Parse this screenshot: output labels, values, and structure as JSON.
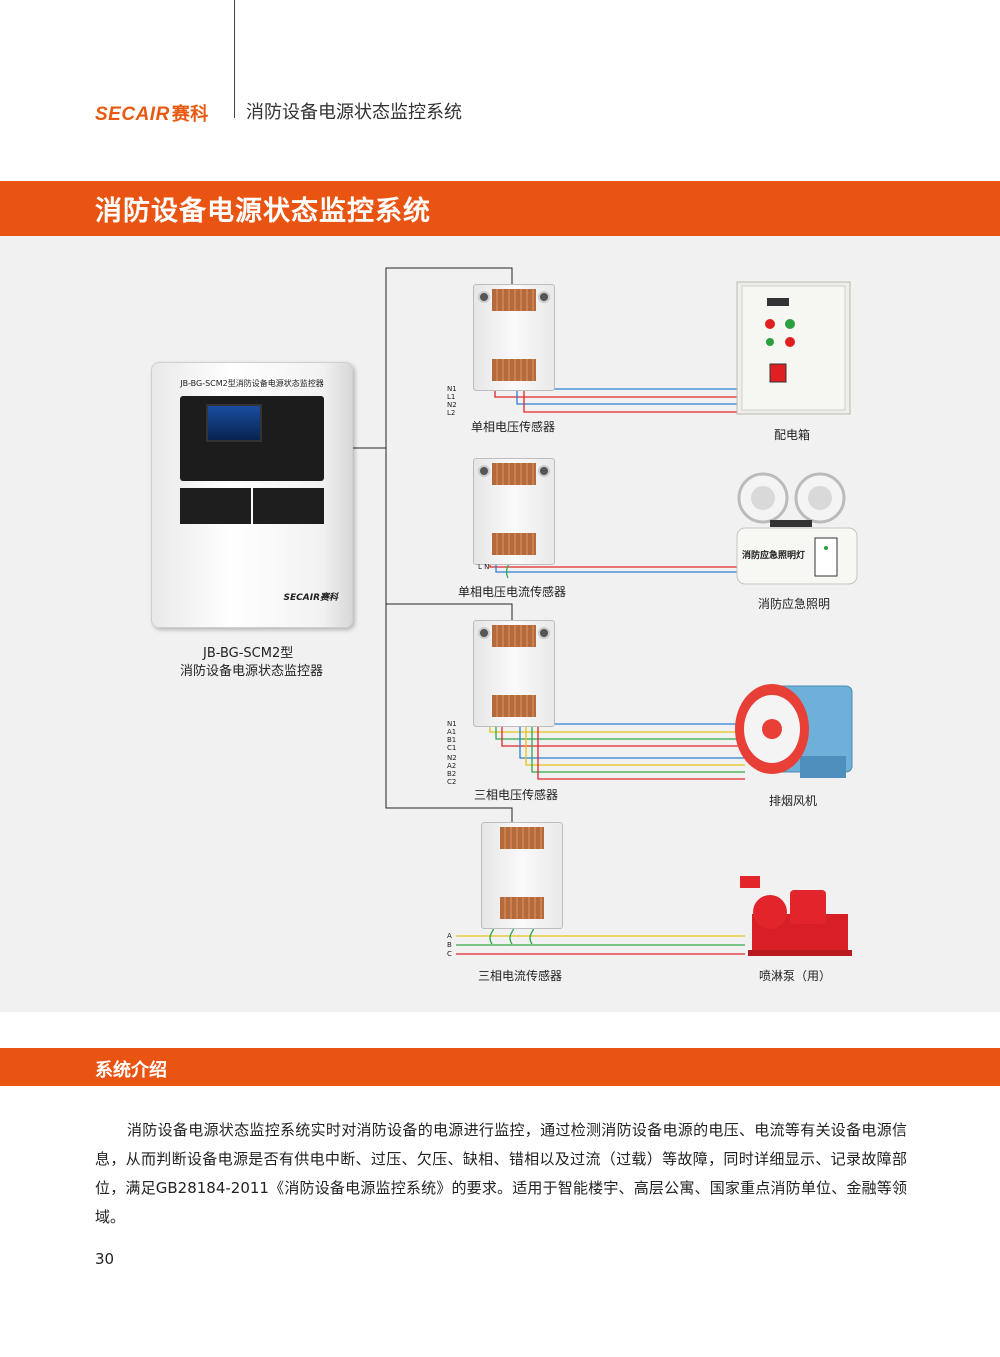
{
  "header": {
    "brand_en": "SECAIR",
    "brand_cn": "赛科",
    "subtitle": "消防设备电源状态监控系统"
  },
  "main_title": "消防设备电源状态监控系统",
  "diagram": {
    "controller": {
      "panel_title": "JB-BG-SCM2型消防设备电源状态监控器",
      "panel_logo": "SECAIR赛科",
      "caption_line1": "JB-BG-SCM2型",
      "caption_line2": "消防设备电源状态监控器"
    },
    "sensors": [
      {
        "label": "单相电压传感器",
        "wires": [
          "N1",
          "L1",
          "N2",
          "L2"
        ]
      },
      {
        "label": "单相电压电流传感器",
        "wires": [
          "L",
          "N"
        ]
      },
      {
        "label": "三相电压传感器",
        "wires": [
          "N1",
          "A1",
          "B1",
          "C1",
          "N2",
          "A2",
          "B2",
          "C2"
        ]
      },
      {
        "label": "三相电流传感器",
        "wires": [
          "A",
          "B",
          "C"
        ]
      }
    ],
    "devices": [
      {
        "label": "配电箱"
      },
      {
        "label": "消防应急照明",
        "sign": "消防应急照明灯"
      },
      {
        "label": "排烟风机"
      },
      {
        "label": "喷淋泵（用）"
      }
    ],
    "wire_colors": {
      "blue": "#2b7fd4",
      "red": "#e0262a",
      "yellow": "#e8c21a",
      "green": "#2fa84a",
      "black": "#222222"
    }
  },
  "section": {
    "title": "系统介绍",
    "body": "消防设备电源状态监控系统实时对消防设备的电源进行监控，通过检测消防设备电源的电压、电流等有关设备电源信息，从而判断设备电源是否有供电中断、过压、欠压、缺相、错相以及过流（过载）等故障，同时详细显示、记录故障部位，满足GB28184-2011《消防设备电源监控系统》的要求。适用于智能楼宇、高层公寓、国家重点消防单位、金融等领域。"
  },
  "page_number": "30",
  "accent_color": "#ea5413"
}
